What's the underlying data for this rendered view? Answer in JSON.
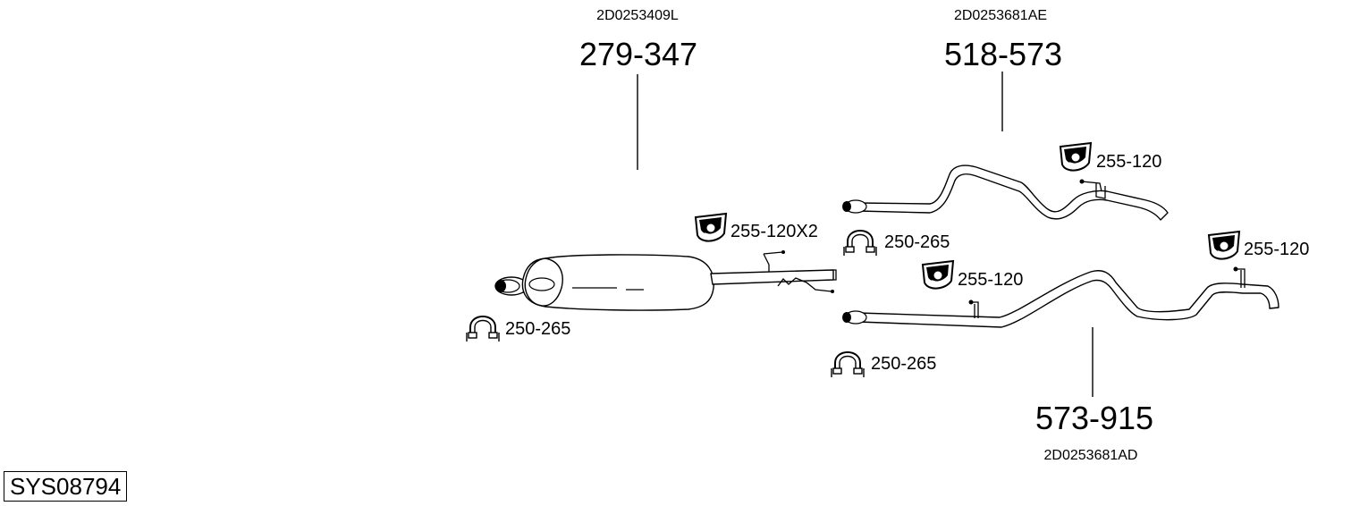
{
  "system_code": "SYS08794",
  "parts": {
    "front_pipe": {
      "part_number": "279-347",
      "oe_number": "2D0253409L"
    },
    "middle_pipe": {
      "part_number": "518-573",
      "oe_number": "2D0253681AE"
    },
    "rear_pipe": {
      "part_number": "573-915",
      "oe_number": "2D0253681AD"
    }
  },
  "accessories": {
    "hanger_front": "255-120X2",
    "clamp_front": "250-265",
    "clamp_middle": "250-265",
    "hanger_middle": "255-120",
    "hanger_rear_left": "255-120",
    "hanger_rear_right": "255-120",
    "clamp_rear": "250-265"
  },
  "icons": {
    "hanger": "rubber-hanger-icon",
    "clamp": "pipe-clamp-icon"
  }
}
